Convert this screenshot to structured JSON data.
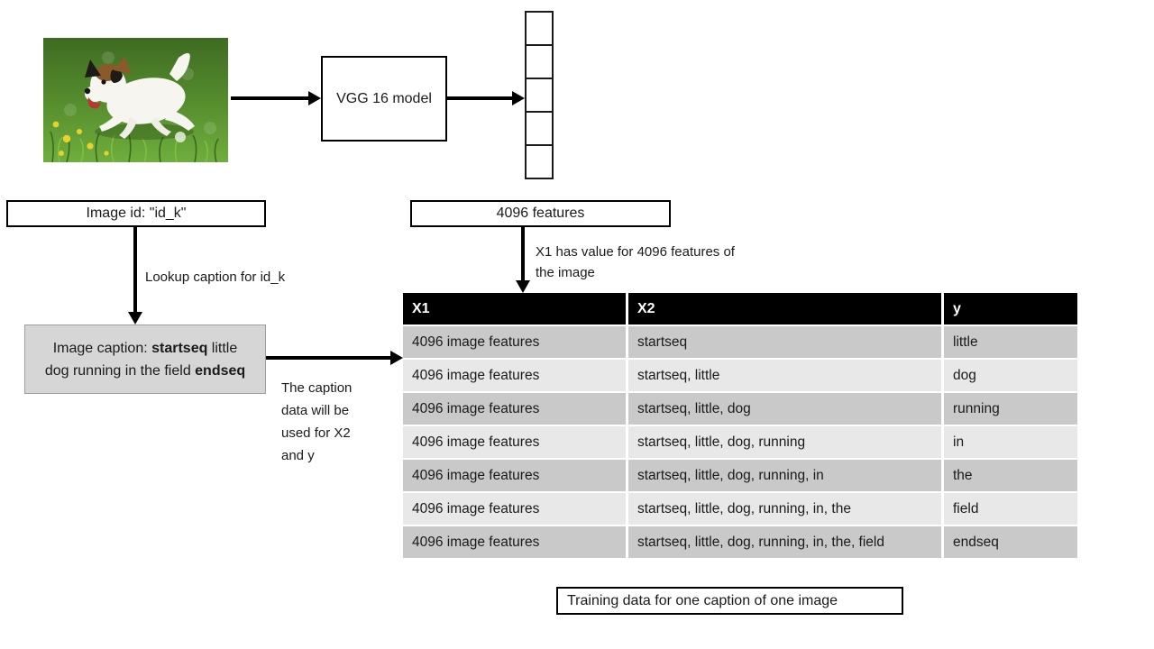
{
  "diagram": {
    "dog_photo": {
      "alt": "little white dog running in a green field with yellow flowers",
      "colors": {
        "grass_dark": "#3e6b22",
        "grass_mid": "#578f2e",
        "grass_light": "#6fae3d",
        "dog_body": "#f7f5f0",
        "patch_brown": "#8a5a2a",
        "patch_black": "#1d1a17",
        "flower_yellow": "#e8d22a",
        "tongue": "#b33a30"
      }
    },
    "vgg_box": {
      "label": "VGG 16 model"
    },
    "feature_vector": {
      "cell_count": 5
    },
    "image_id_box": {
      "label": "Image id: \"id_k\""
    },
    "features_box": {
      "label": "4096 features"
    },
    "lookup_label": "Lookup caption for id_k",
    "x1_note": "X1 has value for 4096 features of\nthe image",
    "caption_note": "The caption\ndata will be\nused for X2\nand y",
    "caption_box": {
      "lines": [
        [
          {
            "text": "Image caption: ",
            "bold": false
          },
          {
            "text": "startseq",
            "bold": true
          },
          {
            "text": " little",
            "bold": false
          }
        ],
        [
          {
            "text": "dog running in the field ",
            "bold": false
          },
          {
            "text": "endseq",
            "bold": true
          }
        ]
      ]
    },
    "table": {
      "headers": [
        "X1",
        "X2",
        "y"
      ],
      "rows": [
        [
          "4096 image features",
          "startseq",
          "little"
        ],
        [
          "4096 image features",
          "startseq, little",
          "dog"
        ],
        [
          "4096 image features",
          "startseq, little, dog",
          "running"
        ],
        [
          "4096 image features",
          "startseq, little, dog, running",
          "in"
        ],
        [
          "4096 image features",
          "startseq, little, dog, running, in",
          "the"
        ],
        [
          "4096 image features",
          "startseq, little, dog, running, in, the",
          "field"
        ],
        [
          "4096 image features",
          "startseq, little, dog, running, in, the, field",
          "endseq"
        ]
      ],
      "row_colors": {
        "dark": "#c9c9c9",
        "light": "#e8e8e8"
      },
      "header_bg": "#000000"
    },
    "footer_box": {
      "label": "Training data for one caption of one image"
    }
  }
}
